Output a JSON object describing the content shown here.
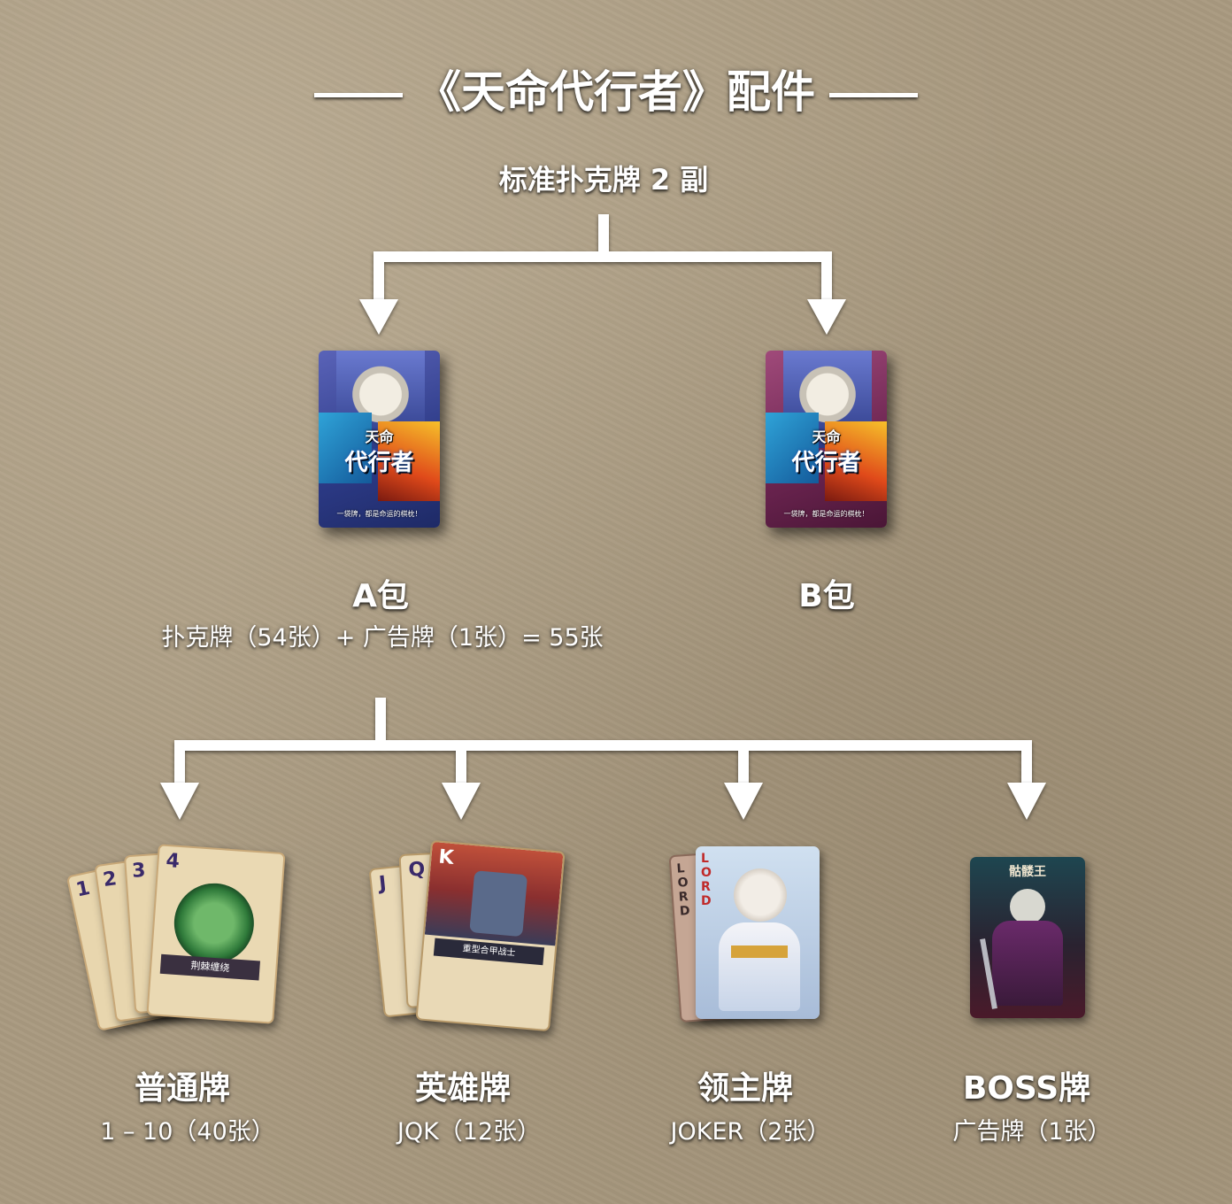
{
  "title": "《天命代行者》配件",
  "source": "标准扑克牌 2 副",
  "packs": [
    {
      "label": "A包",
      "desc": "扑克牌（54张）+ 广告牌（1张）= 55张",
      "deck_color": "#3b4a9a"
    },
    {
      "label": "B包",
      "desc": "",
      "deck_color": "#7a2e55"
    }
  ],
  "deck_art": {
    "logo_top": "天命",
    "logo_main": "代行者",
    "tagline": "一袋牌，都是命运的棋枕！"
  },
  "cards": [
    {
      "label": "普通牌",
      "desc": "1 – 10（40张）",
      "ranks": [
        "1",
        "2",
        "3",
        "4"
      ],
      "banner": "荆棘缠绕"
    },
    {
      "label": "英雄牌",
      "desc": "JQK（12张）",
      "ranks": [
        "J",
        "Q",
        "K"
      ],
      "banner": "重型合甲战士"
    },
    {
      "label": "领主牌",
      "desc": "JOKER（2张）",
      "ranks": [
        "LORD"
      ]
    },
    {
      "label": "BOSS牌",
      "desc": "广告牌（1张）",
      "name": "骷髅王"
    }
  ],
  "colors": {
    "background": "#a99a80",
    "line": "#ffffff",
    "parchment": "#e8d6ae"
  }
}
